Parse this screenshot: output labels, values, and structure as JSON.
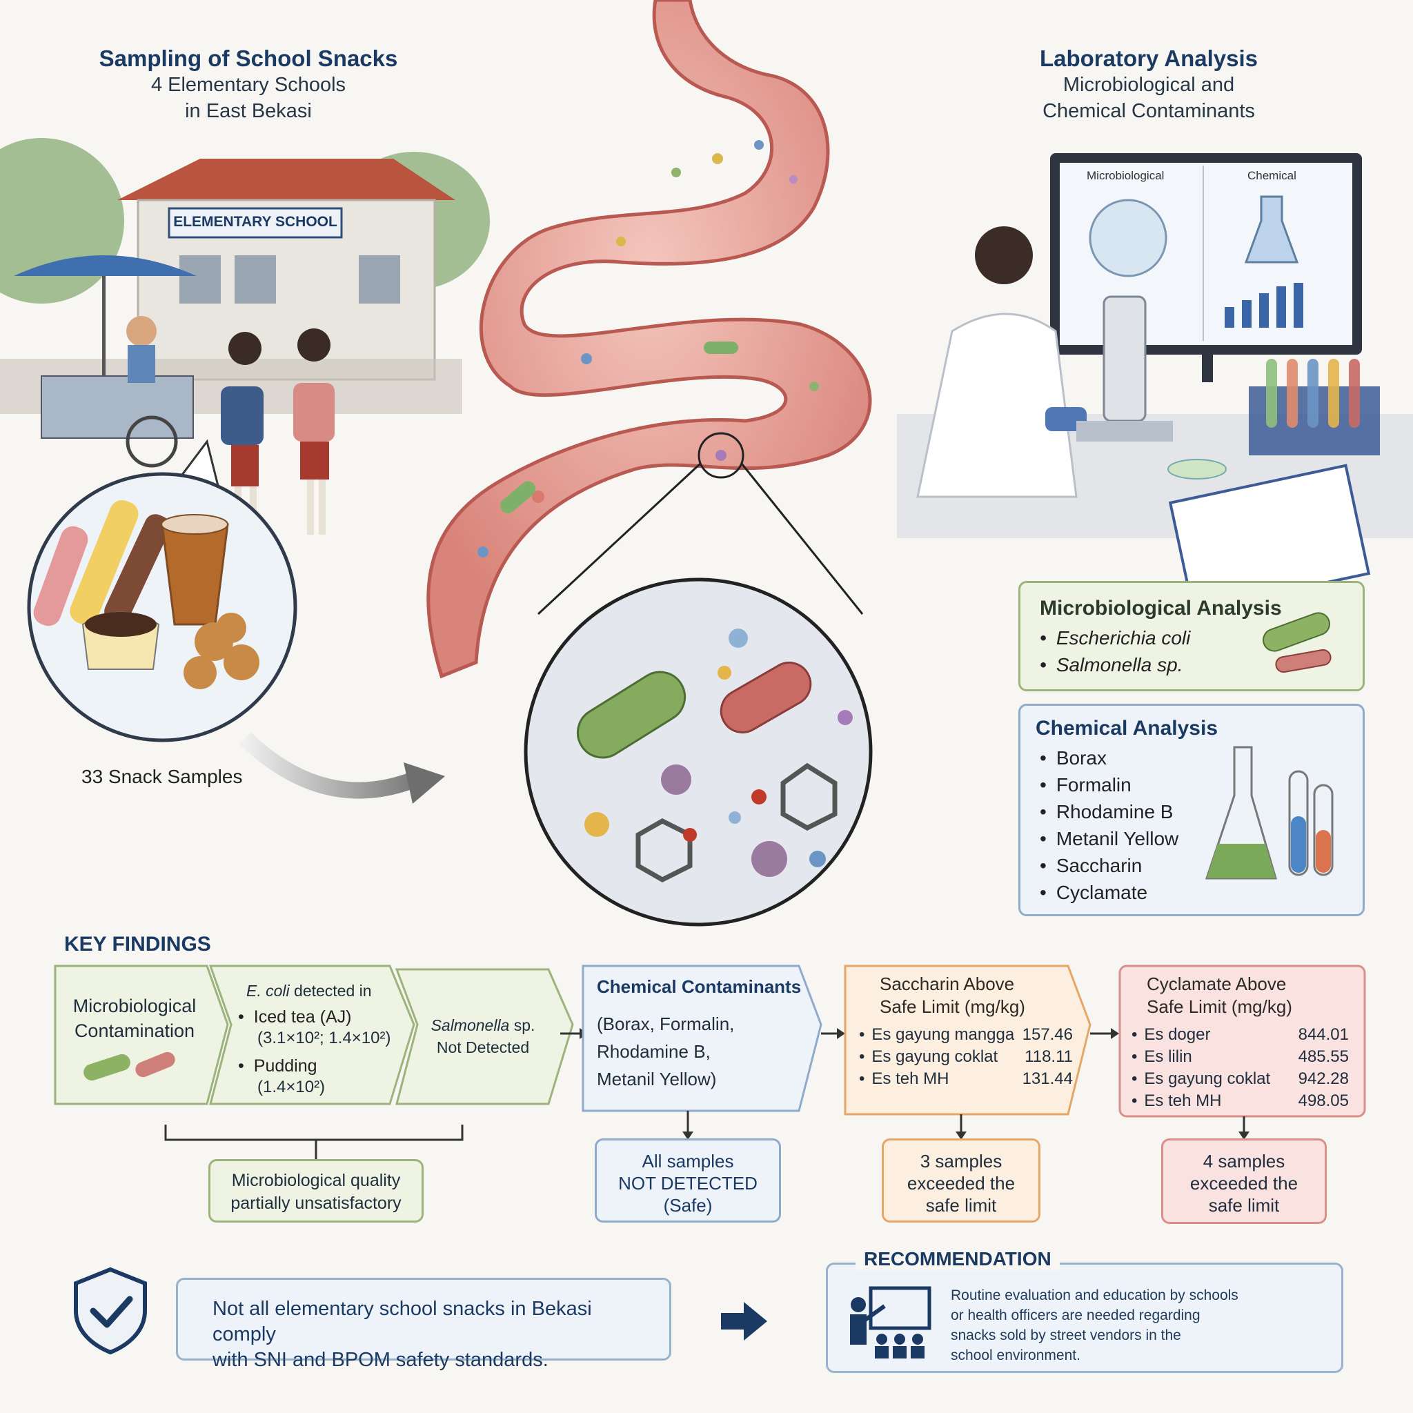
{
  "sampling": {
    "title": "Sampling of School Snacks",
    "sub1": "4 Elementary Schools",
    "sub2": "in East Bekasi",
    "school_sign": "ELEMENTARY SCHOOL",
    "samples_label": "33 Snack Samples"
  },
  "lab": {
    "title": "Laboratory Analysis",
    "sub1": "Microbiological and",
    "sub2": "Chemical Contaminants",
    "monitor_left": "Microbiological",
    "monitor_right": "Chemical"
  },
  "micro_analysis": {
    "title": "Microbiological Analysis",
    "items": [
      "Escherichia coli",
      "Salmonella sp."
    ]
  },
  "chem_analysis": {
    "title": "Chemical Analysis",
    "items": [
      "Borax",
      "Formalin",
      "Rhodamine B",
      "Metanil Yellow",
      "Saccharin",
      "Cyclamate"
    ]
  },
  "key_findings": {
    "heading": "KEY FINDINGS",
    "micro_contam": {
      "line1": "Microbiological",
      "line2": "Contamination"
    },
    "ecoli": {
      "intro_ital": "E. coli",
      "intro_rest": " detected in",
      "item1": "Iced tea (AJ)",
      "item1_vals": "(3.1×10²; 1.4×10²)",
      "item2": "Pudding",
      "item2_vals": "(1.4×10²)"
    },
    "salmonella": {
      "ital": "Salmonella",
      "rest": " sp.",
      "line2": "Not Detected"
    },
    "micro_result": {
      "line1": "Microbiological quality",
      "line2": "partially unsatisfactory"
    },
    "chemical": {
      "title": "Chemical Contaminants",
      "line1": "(Borax, Formalin,",
      "line2": "Rhodamine B,",
      "line3": "Metanil Yellow)"
    },
    "chemical_result": {
      "line1": "All samples",
      "line2": "NOT DETECTED",
      "line3": "(Safe)"
    },
    "saccharin": {
      "title1": "Saccharin Above",
      "title2": "Safe Limit (mg/kg)",
      "rows": [
        {
          "name": "Es gayung mangga",
          "value": "157.46"
        },
        {
          "name": "Es gayung coklat",
          "value": "118.11"
        },
        {
          "name": "Es teh MH",
          "value": "131.44"
        }
      ]
    },
    "saccharin_result": {
      "line1": "3 samples",
      "line2": "exceeded the",
      "line3": "safe limit"
    },
    "cyclamate": {
      "title1": "Cyclamate Above",
      "title2": "Safe Limit (mg/kg)",
      "rows": [
        {
          "name": "Es doger",
          "value": "844.01"
        },
        {
          "name": "Es lilin",
          "value": "485.55"
        },
        {
          "name": "Es gayung coklat",
          "value": "942.28"
        },
        {
          "name": "Es teh MH",
          "value": "498.05"
        }
      ]
    },
    "cyclamate_result": {
      "line1": "4 samples",
      "line2": "exceeded the",
      "line3": "safe limit"
    }
  },
  "conclusion": {
    "line1": "Not all elementary school snacks in Bekasi comply",
    "line2": "with SNI and BPOM safety standards."
  },
  "recommendation": {
    "title": "RECOMMENDATION",
    "line1": "Routine evaluation and education by schools",
    "line2": "or health officers are needed regarding",
    "line3": "snacks sold by street vendors in the",
    "line4": "school environment."
  },
  "colors": {
    "navy": "#1b3a63",
    "green": "#9cb37c",
    "blue": "#8fabc9",
    "orange": "#e6a667",
    "red": "#d98f8a"
  }
}
